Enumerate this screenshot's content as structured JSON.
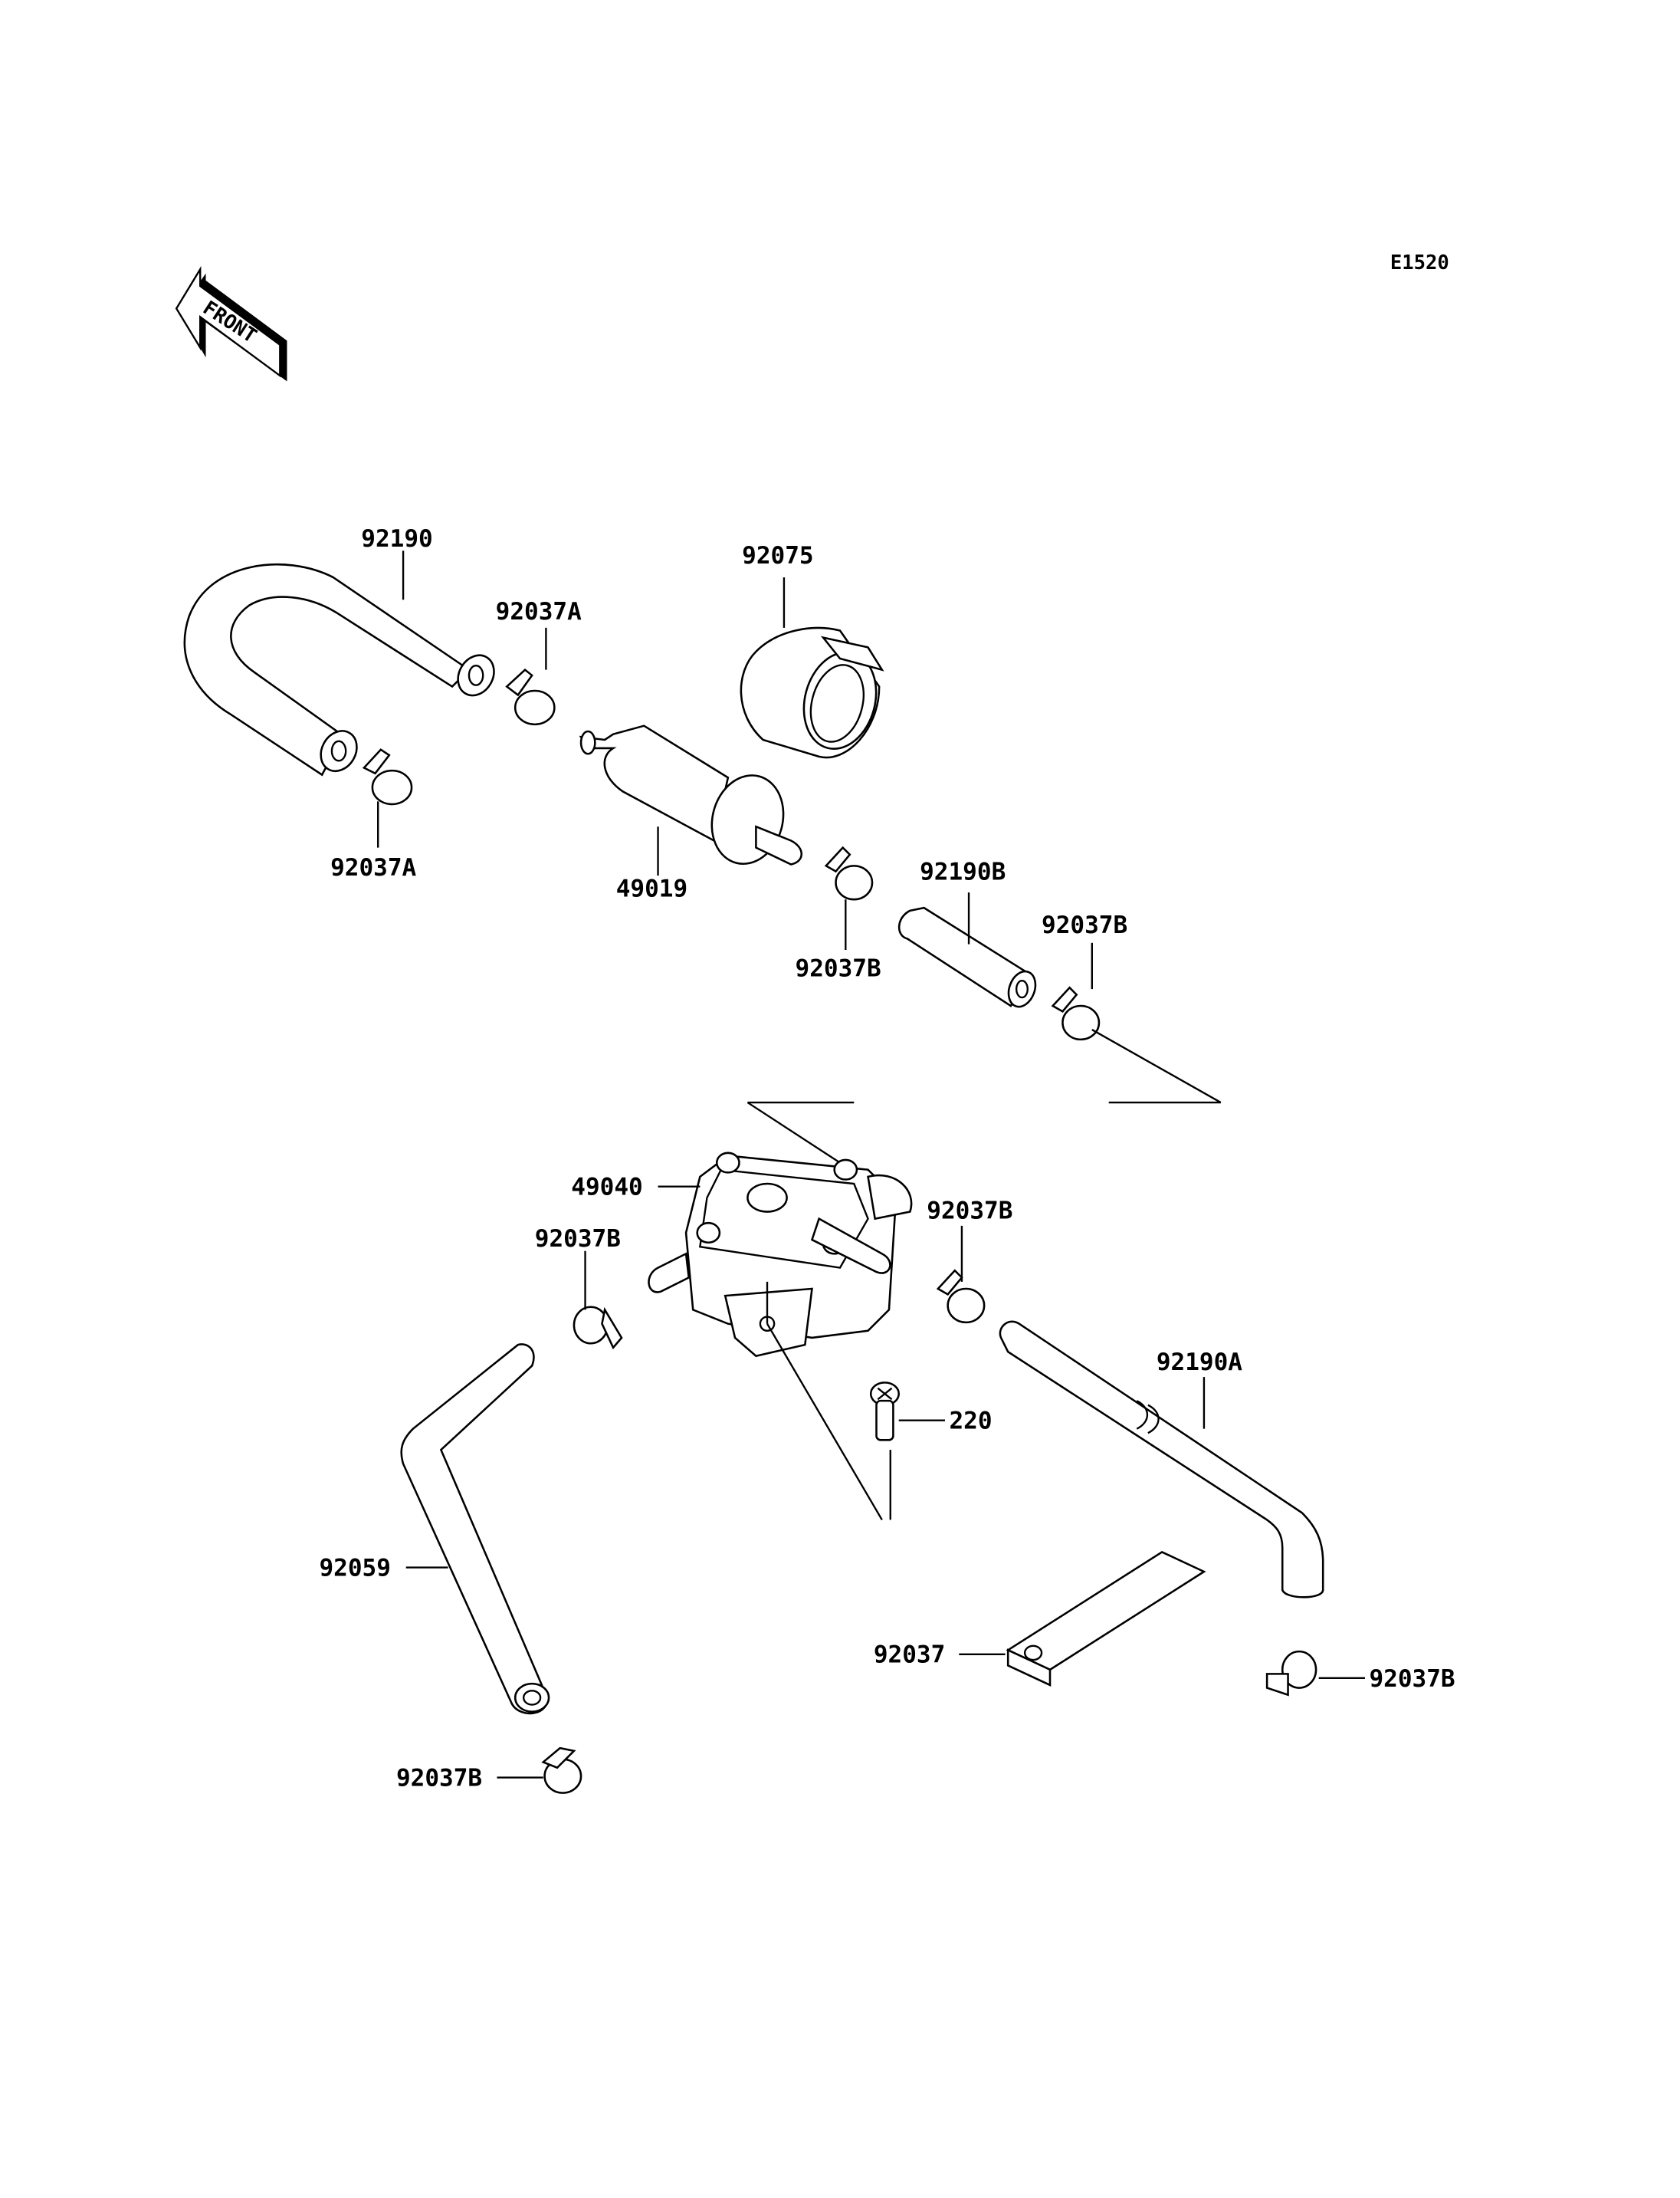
{
  "diagram": {
    "code": "E1520",
    "front_label": "FRONT",
    "labels": {
      "hose_92190": "92190",
      "clamp_92037a_top": "92037A",
      "clamp_92037a_bottom": "92037A",
      "holder_92075": "92075",
      "filter_49019": "49019",
      "clamp_92037b_filter": "92037B",
      "hose_92190b": "92190B",
      "clamp_92037b_right": "92037B",
      "pump_49040": "49040",
      "clamp_92037b_pump_left": "92037B",
      "clamp_92037b_pump_right": "92037B",
      "hose_92190a": "92190A",
      "bolt_220": "220",
      "hose_92059": "92059",
      "strap_92037": "92037",
      "clamp_92037b_bottom_right": "92037B",
      "clamp_92037b_bottom_left": "92037B"
    }
  }
}
